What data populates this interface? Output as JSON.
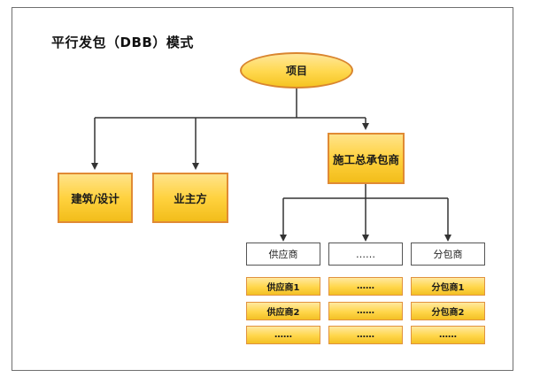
{
  "title": "平行发包（DBB）模式",
  "root": "项目",
  "level1": [
    "建筑/设计",
    "业主方",
    "施工总承包商"
  ],
  "subcontractor_groups": [
    {
      "header": "供应商",
      "items": [
        "供应商1",
        "供应商2",
        "……"
      ]
    },
    {
      "header": "……",
      "items": [
        "……",
        "……",
        "……"
      ]
    },
    {
      "header": "分包商",
      "items": [
        "分包商1",
        "分包商2",
        "……"
      ]
    }
  ],
  "colors": {
    "box_fill": "#ffd23f",
    "box_border": "#e08a34",
    "line": "#333333"
  }
}
